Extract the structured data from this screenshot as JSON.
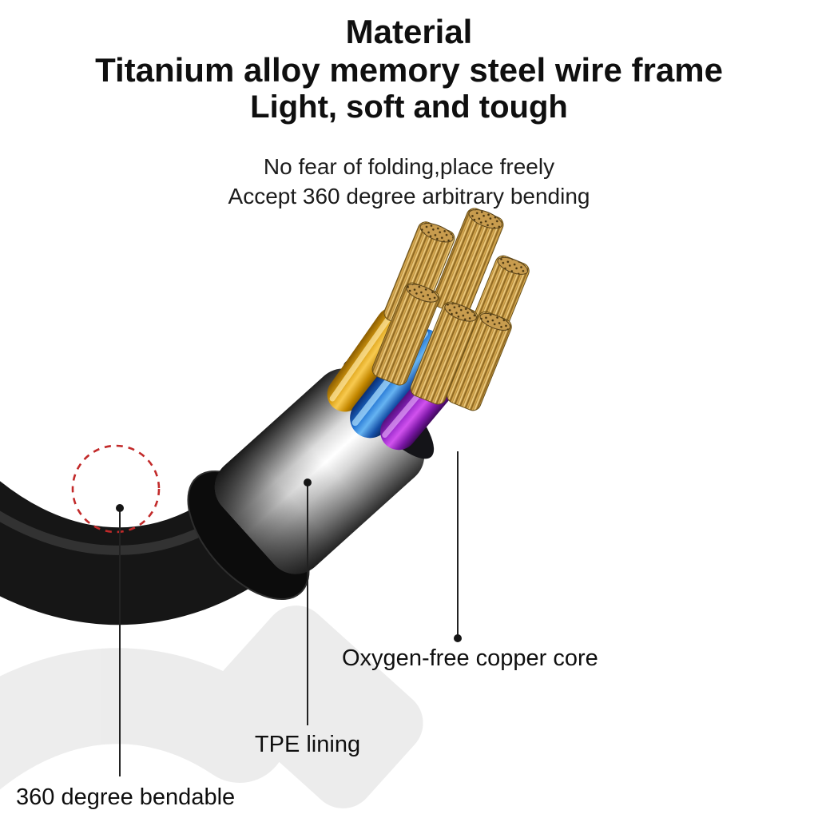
{
  "header": {
    "title": "Material",
    "line2": "Titanium alloy memory steel wire frame",
    "line3": "Light, soft and tough"
  },
  "description": {
    "line1": "No fear of folding,place freely",
    "line2": "Accept 360 degree arbitrary bending"
  },
  "callouts": {
    "copper_core": "Oxygen-free copper core",
    "tpe_lining": "TPE lining",
    "bendable": "360 degree bendable"
  },
  "colors": {
    "accent_red": "#c22a2a",
    "copper": "#c89c4e",
    "wire_yellow": "#f8ca50",
    "wire_blue": "#1d6fd0",
    "wire_purple": "#d152ee",
    "cable_black": "#161616",
    "metal_silver": "#dcdcdc",
    "text": "#0f0f0f"
  }
}
